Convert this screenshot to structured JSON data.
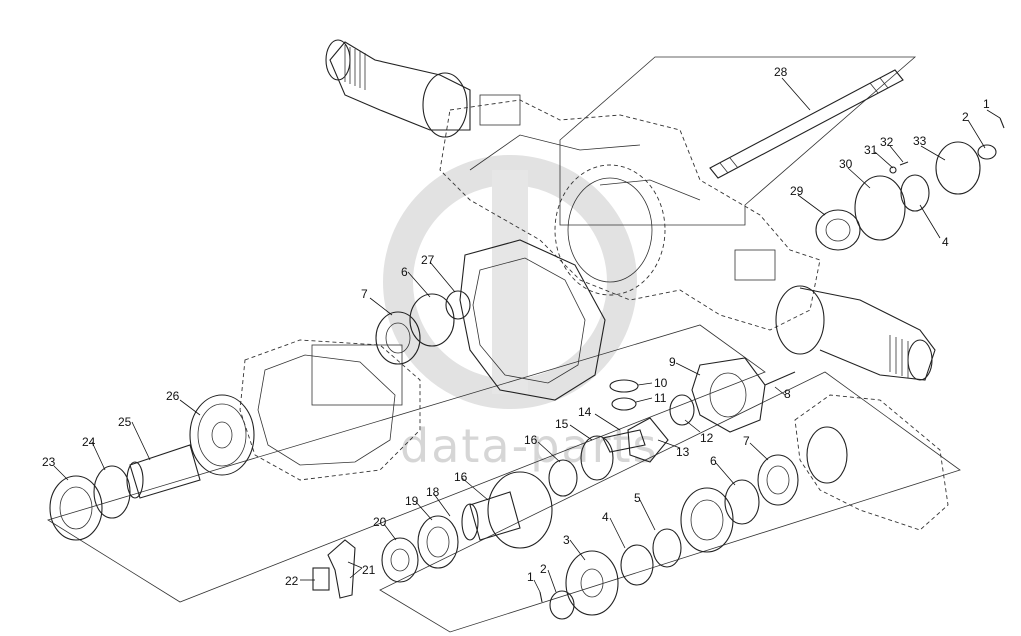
{
  "watermark": {
    "text": "data-parts",
    "color": "#d0d0d0"
  },
  "callouts": [
    {
      "id": "c28",
      "label": "28"
    },
    {
      "id": "c1a",
      "label": "1"
    },
    {
      "id": "c2a",
      "label": "2"
    },
    {
      "id": "c32",
      "label": "32"
    },
    {
      "id": "c31",
      "label": "31"
    },
    {
      "id": "c33",
      "label": "33"
    },
    {
      "id": "c30",
      "label": "30"
    },
    {
      "id": "c29",
      "label": "29"
    },
    {
      "id": "c4a",
      "label": "4"
    },
    {
      "id": "c6a",
      "label": "6"
    },
    {
      "id": "c27",
      "label": "27"
    },
    {
      "id": "c7a",
      "label": "7"
    },
    {
      "id": "c9",
      "label": "9"
    },
    {
      "id": "c10",
      "label": "10"
    },
    {
      "id": "c8",
      "label": "8"
    },
    {
      "id": "c11",
      "label": "11"
    },
    {
      "id": "c14",
      "label": "14"
    },
    {
      "id": "c15",
      "label": "15"
    },
    {
      "id": "c12",
      "label": "12"
    },
    {
      "id": "c13",
      "label": "13"
    },
    {
      "id": "c16a",
      "label": "16"
    },
    {
      "id": "c26",
      "label": "26"
    },
    {
      "id": "c25",
      "label": "25"
    },
    {
      "id": "c24",
      "label": "24"
    },
    {
      "id": "c23",
      "label": "23"
    },
    {
      "id": "c7b",
      "label": "7"
    },
    {
      "id": "c6b",
      "label": "6"
    },
    {
      "id": "c18",
      "label": "18"
    },
    {
      "id": "c19",
      "label": "19"
    },
    {
      "id": "c16b",
      "label": "16"
    },
    {
      "id": "c20",
      "label": "20"
    },
    {
      "id": "c5",
      "label": "5"
    },
    {
      "id": "c4b",
      "label": "4"
    },
    {
      "id": "c3",
      "label": "3"
    },
    {
      "id": "c21",
      "label": "21"
    },
    {
      "id": "c22",
      "label": "22"
    },
    {
      "id": "c2b",
      "label": "2"
    },
    {
      "id": "c1b",
      "label": "1"
    }
  ]
}
